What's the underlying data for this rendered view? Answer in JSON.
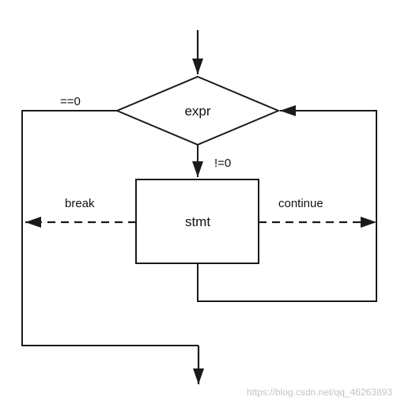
{
  "diagram": {
    "nodes": {
      "expr": "expr",
      "stmt": "stmt"
    },
    "edges": {
      "false_branch": "==0",
      "true_branch": "!=0",
      "break": "break",
      "continue": "continue"
    },
    "watermark": "https://blog.csdn.net/qq_46263893",
    "colors": {
      "stroke": "#1a1a1a",
      "background": "#ffffff",
      "watermark": "#c4c4c4"
    }
  }
}
